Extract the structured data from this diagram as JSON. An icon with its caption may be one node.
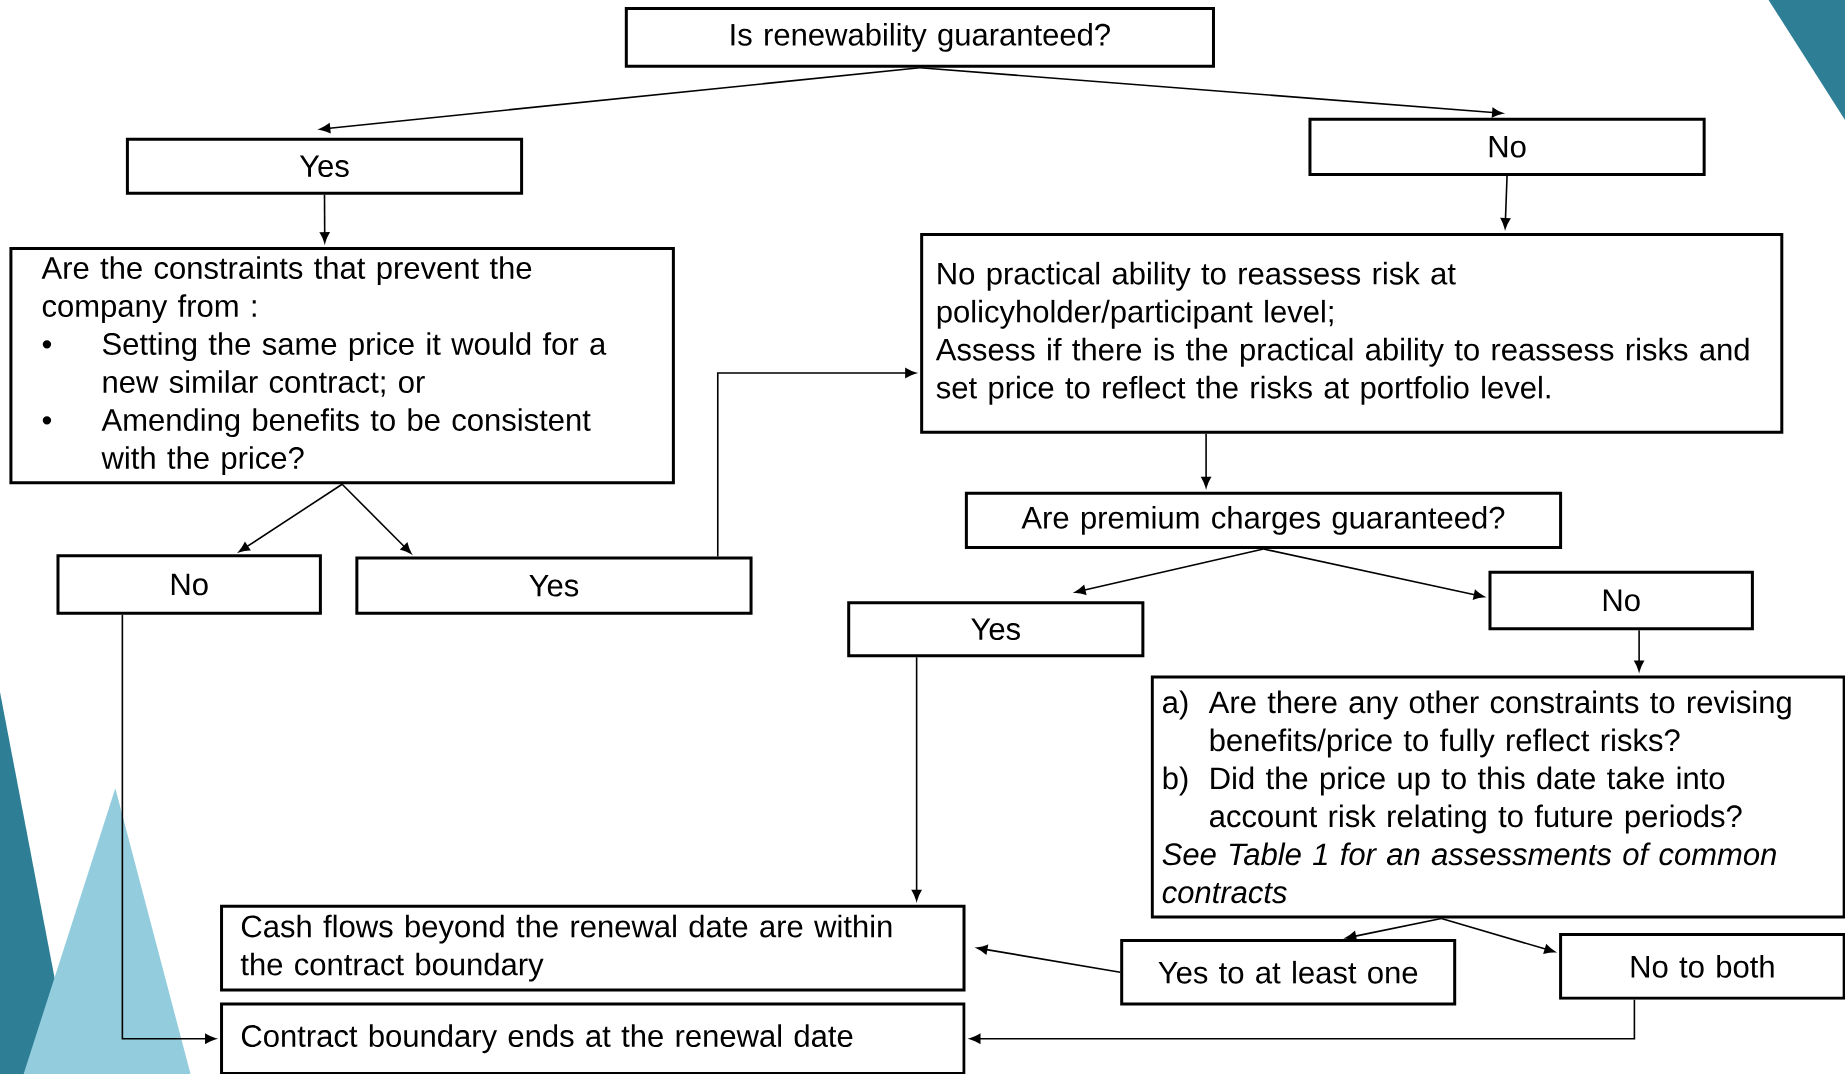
{
  "diagram": {
    "nodes": [
      {
        "text": [
          "Is renewability guaranteed?"
        ]
      },
      {
        "text": [
          "Yes"
        ]
      },
      {
        "text": [
          "No"
        ]
      },
      {
        "text": [
          "Are the constraints that prevent the company from :",
          "•",
          "Setting the same price it would for a new similar contract; or",
          "•",
          "Amending benefits to be consistent with the price?"
        ]
      },
      {
        "text": [
          "No"
        ]
      },
      {
        "text": [
          "Yes"
        ]
      },
      {
        "text": [
          "No practical ability to reassess risk at policyholder/participant level;",
          "Assess if there is the practical ability to reassess risks and set price to reflect the risks at portfolio level."
        ]
      },
      {
        "text": [
          "Are premium charges guaranteed?"
        ]
      },
      {
        "text": [
          "Yes"
        ]
      },
      {
        "text": [
          "No"
        ]
      },
      {
        "text": [
          "a)",
          "Are there any other constraints to revising benefits/price to fully reflect risks?",
          "b)",
          "Did the price up to this date take into account risk relating to future periods?",
          "See Table 1 for an assessments of common contracts"
        ]
      },
      {
        "text": [
          "Cash flows beyond the renewal date are within the contract boundary"
        ]
      },
      {
        "text": [
          "Contract boundary ends at the renewal date"
        ]
      },
      {
        "text": [
          "Yes to at least one"
        ]
      },
      {
        "text": [
          "No to both"
        ]
      }
    ],
    "edges": [
      {
        "from": 0,
        "to": 1,
        "arrow": "to"
      },
      {
        "from": 0,
        "to": 2,
        "arrow": "to"
      },
      {
        "from": 1,
        "to": 3,
        "arrow": "to"
      },
      {
        "from": 2,
        "to": 6,
        "arrow": "to"
      },
      {
        "from": 3,
        "to": 4,
        "arrow": "to"
      },
      {
        "from": 3,
        "to": 5,
        "arrow": "to"
      },
      {
        "from": 5,
        "to": 6,
        "arrow": "to"
      },
      {
        "from": 4,
        "to": 12,
        "arrow": "to"
      },
      {
        "from": 6,
        "to": 7,
        "arrow": "to"
      },
      {
        "from": 7,
        "to": 8,
        "arrow": "to"
      },
      {
        "from": 7,
        "to": 9,
        "arrow": "to"
      },
      {
        "from": 8,
        "to": 11,
        "arrow": "to"
      },
      {
        "from": 9,
        "to": 10,
        "arrow": "to"
      },
      {
        "from": 10,
        "to": 13,
        "arrow": "to"
      },
      {
        "from": 10,
        "to": 14,
        "arrow": "to"
      },
      {
        "from": 13,
        "to": 11,
        "arrow": "to"
      },
      {
        "from": 14,
        "to": 12,
        "arrow": "to"
      }
    ]
  }
}
